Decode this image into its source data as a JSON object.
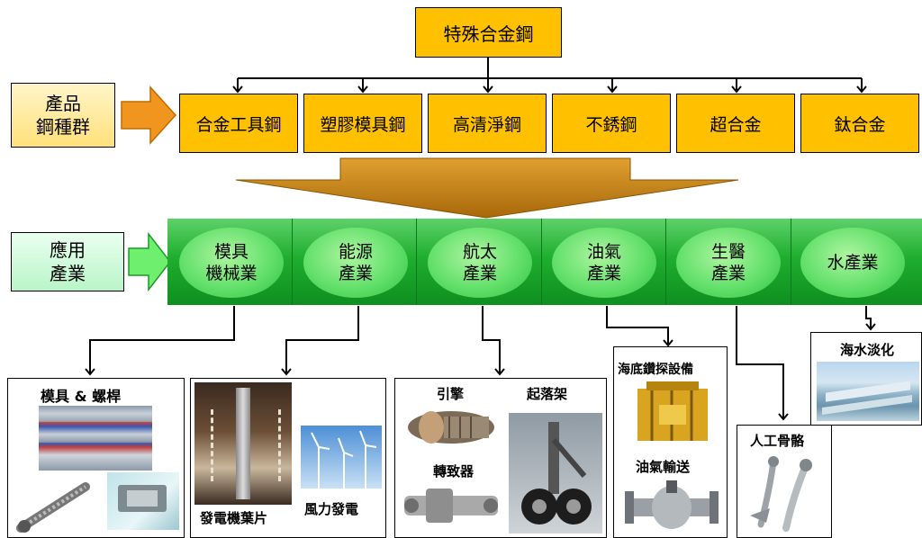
{
  "top_box": "特殊合金鋼",
  "product_group_label": "產品\n鋼種群",
  "products": [
    "合金工具鋼",
    "塑膠模具鋼",
    "高清淨鋼",
    "不銹鋼",
    "超合金",
    "鈦合金"
  ],
  "industry_label": "應用\n產業",
  "industries": [
    "模具\n機械業",
    "能源\n產業",
    "航太\n產業",
    "油氣\n產業",
    "生醫\n產業",
    "水產業"
  ],
  "panels": {
    "mold": {
      "title": "模具 & 螺桿"
    },
    "energy": {
      "turbine": "發電機葉片",
      "wind": "風力發電"
    },
    "aero": {
      "engine": "引擎",
      "gear": "起落架",
      "actuator": "轉致器"
    },
    "oil": {
      "drilling": "海底鑽探設備",
      "transport": "油氣輸送"
    },
    "bio": {
      "title": "人工骨骼"
    },
    "water": {
      "title": "海水淡化"
    }
  },
  "colors": {
    "product_box": "#ffc000",
    "industry_band": "#1fae2f",
    "funnel": "#c8860a",
    "arrow_orange": "#f0961e",
    "arrow_green": "#6ef06e"
  }
}
